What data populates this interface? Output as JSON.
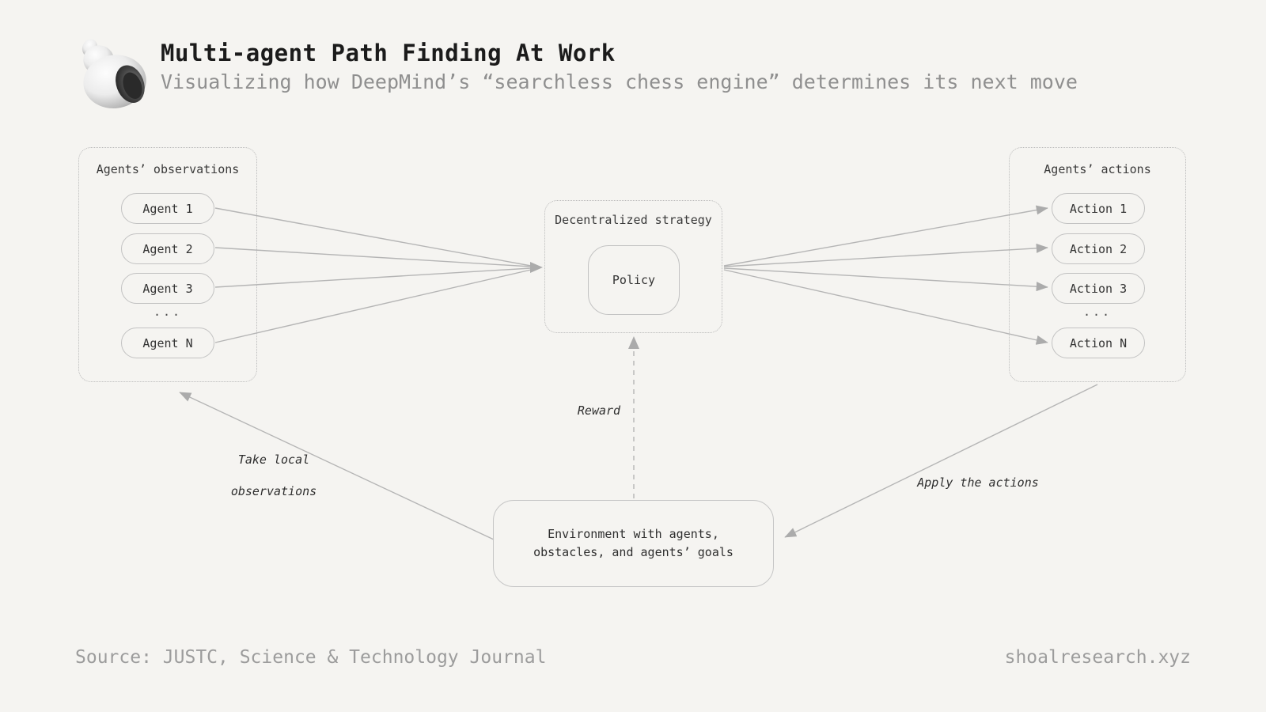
{
  "header": {
    "title": "Multi-agent Path Finding At Work",
    "subtitle": "Visualizing how DeepMind’s “searchless chess engine” determines its next move"
  },
  "diagram": {
    "observations": {
      "label": "Agents’ observations",
      "items": [
        "Agent 1",
        "Agent 2",
        "Agent 3",
        "Agent N"
      ],
      "ellipsis": "..."
    },
    "strategy": {
      "label": "Decentralized strategy",
      "policy": "Policy"
    },
    "actions": {
      "label": "Agents’ actions",
      "items": [
        "Action 1",
        "Action 2",
        "Action 3",
        "Action N"
      ],
      "ellipsis": "..."
    },
    "environment": {
      "line1": "Environment with agents,",
      "line2": "obstacles, and agents’ goals"
    },
    "edge_labels": {
      "reward": "Reward",
      "take_local_line1": "Take local",
      "take_local_line2": "observations",
      "apply_actions": "Apply the actions"
    }
  },
  "footer": {
    "source": "Source: JUSTC, Science & Technology Journal",
    "site": "shoalresearch.xyz"
  },
  "colors": {
    "background": "#f5f4f1",
    "title_text": "#1b1b1b",
    "muted_text": "#8f8f8f",
    "node_text": "#333333",
    "border_solid": "#c2c2c2",
    "border_dotted": "#b9b9b9",
    "arrow": "#b5b5b5",
    "arrowhead": "#ababab"
  }
}
